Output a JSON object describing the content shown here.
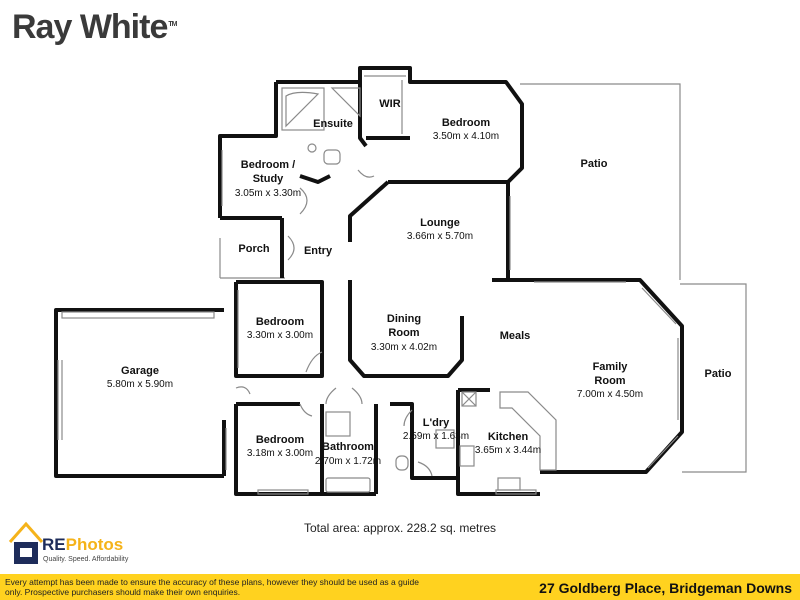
{
  "brand": {
    "name": "Ray White",
    "mark": "TM"
  },
  "rooms": {
    "bedroom1": {
      "name": "Bedroom",
      "dims": "3.50m x 4.10m"
    },
    "wir": {
      "name": "WIR"
    },
    "ensuite": {
      "name": "Ensuite"
    },
    "patio_top": {
      "name": "Patio"
    },
    "study": {
      "name": "Bedroom /",
      "name2": "Study",
      "dims": "3.05m x 3.30m"
    },
    "lounge": {
      "name": "Lounge",
      "dims": "3.66m x 5.70m"
    },
    "porch": {
      "name": "Porch"
    },
    "entry": {
      "name": "Entry"
    },
    "bedroom2": {
      "name": "Bedroom",
      "dims": "3.30m x 3.00m"
    },
    "dining": {
      "name": "Dining",
      "name2": "Room",
      "dims": "3.30m x 4.02m"
    },
    "meals": {
      "name": "Meals"
    },
    "family": {
      "name": "Family",
      "name2": "Room",
      "dims": "7.00m x 4.50m"
    },
    "patio_right": {
      "name": "Patio"
    },
    "garage": {
      "name": "Garage",
      "dims": "5.80m x 5.90m"
    },
    "bedroom3": {
      "name": "Bedroom",
      "dims": "3.18m x 3.00m"
    },
    "bathroom": {
      "name": "Bathroom",
      "dims": "2.70m x 1.72m"
    },
    "laundry": {
      "name": "L'dry",
      "dims": "2.59m x 1.63m"
    },
    "kitchen": {
      "name": "Kitchen",
      "dims": "3.65m x 3.44m"
    }
  },
  "total_area": "Total area: approx. 228.2 sq. metres",
  "rephotos": {
    "re": "RE",
    "photos": "Photos",
    "tagline": "Quality. Speed. Affordability"
  },
  "footer": {
    "disclaimer": "Every attempt has been made to ensure the accuracy of these plans, however they should be used as a guide only.  Prospective purchasers should make their own enquiries.",
    "address": "27 Goldberg Place, Bridgeman Downs"
  },
  "colors": {
    "wall": "#111111",
    "thin": "#8a8a8a",
    "footer": "#ffd21f",
    "re_blue": "#1e2c5a",
    "photos_yellow": "#f5b31a"
  }
}
